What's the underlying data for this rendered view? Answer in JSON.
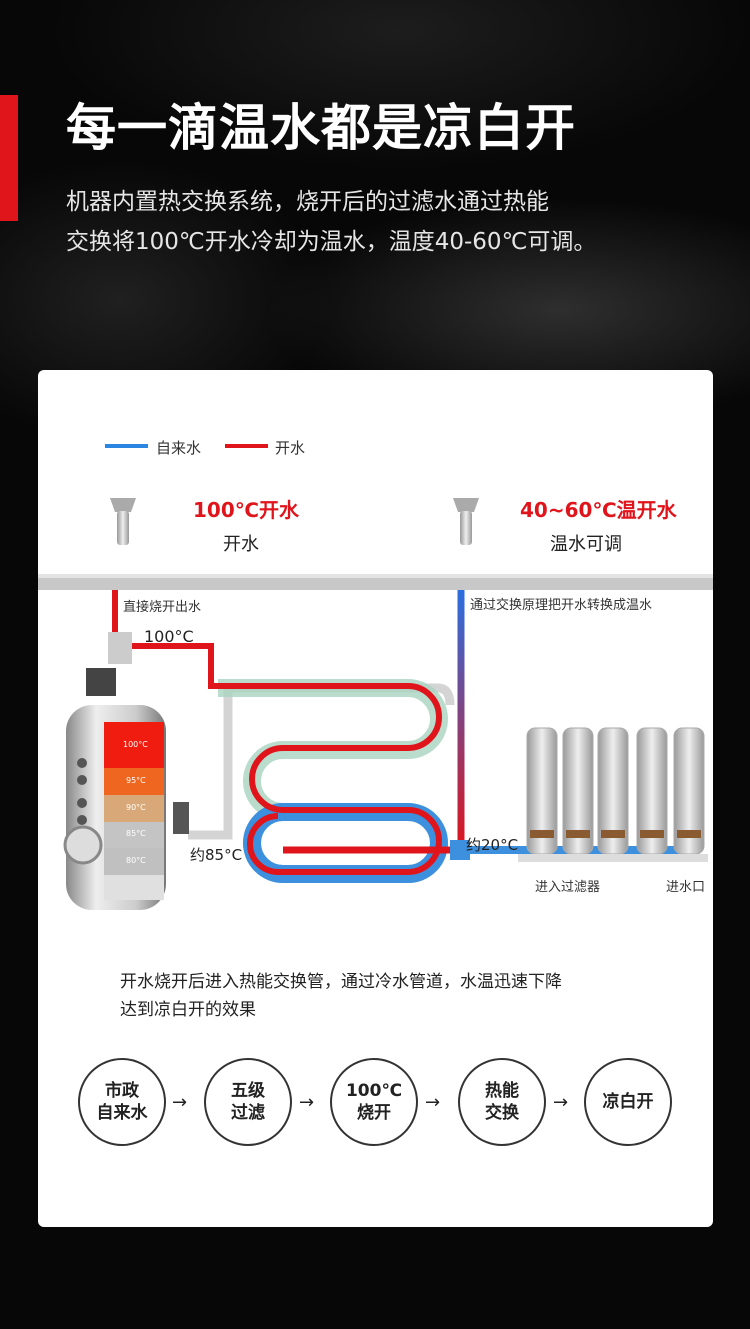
{
  "header": {
    "title": "每一滴温水都是凉白开",
    "subtitle_lines": [
      "机器内置热交换系统，烧开后的过滤水通过热能",
      "交换将100℃开水冷却为温水，温度40-60℃可调。"
    ]
  },
  "legend": [
    {
      "label": "自来水",
      "color": "#2a86e0"
    },
    {
      "label": "开水",
      "color": "#e0141b"
    }
  ],
  "outlets": [
    {
      "temp_label": "100℃开水",
      "name": "开水"
    },
    {
      "temp_label": "40~60℃温开水",
      "name": "温水可调"
    }
  ],
  "diagram": {
    "hot_out": "直接烧开出水",
    "exchange_note": "通过交换原理把开水转换成温水",
    "pipe_temp": "100°C",
    "tank_return": "约85°C",
    "cold_temp": "约20°C",
    "filter_in": "进入过滤器",
    "water_in": "进水口",
    "tank_levels": [
      "100°C",
      "95°C",
      "90°C",
      "85°C",
      "80°C"
    ]
  },
  "description_lines": [
    "开水烧开后进入热能交换管，通过冷水管道，水温迅速下降",
    "达到凉白开的效果"
  ],
  "flow": [
    [
      "市政",
      "自来水"
    ],
    [
      "五级",
      "过滤"
    ],
    [
      "100℃",
      "烧开"
    ],
    [
      "热能",
      "交换"
    ],
    [
      "凉白开"
    ]
  ],
  "arrow": "→"
}
